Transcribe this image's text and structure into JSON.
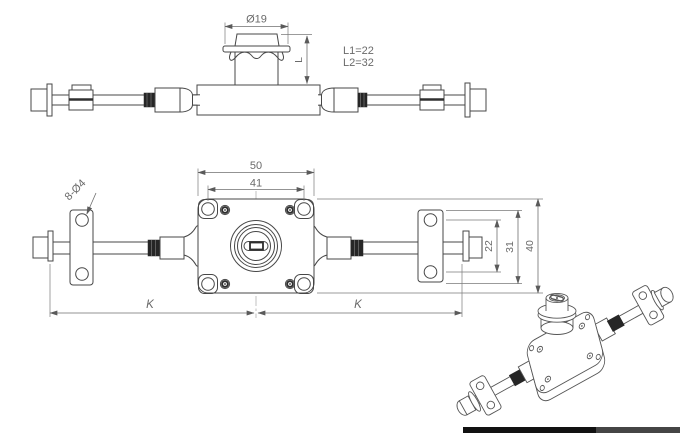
{
  "colors": {
    "background": "#ffffff",
    "geometry_line": "#474747",
    "dimension_line": "#7a7a7a",
    "label_text": "#6a6a6a",
    "thread_fill": "#262626",
    "footer_bar_black": "#111111",
    "footer_bar_gray": "#454545"
  },
  "labels": {
    "side_view": {
      "flange_diameter": "Ø19",
      "variant_1": "L1=22",
      "variant_2": "L2=32",
      "cylinder_height": "L"
    },
    "front_view": {
      "body_width": "50",
      "hole_spacing_h": "41",
      "mount_holes": "8-Ø4",
      "plate_hole_spacing": "22",
      "plate_height": "31",
      "body_height": "40",
      "rod_length_left": "K",
      "rod_length_right": "K"
    }
  }
}
